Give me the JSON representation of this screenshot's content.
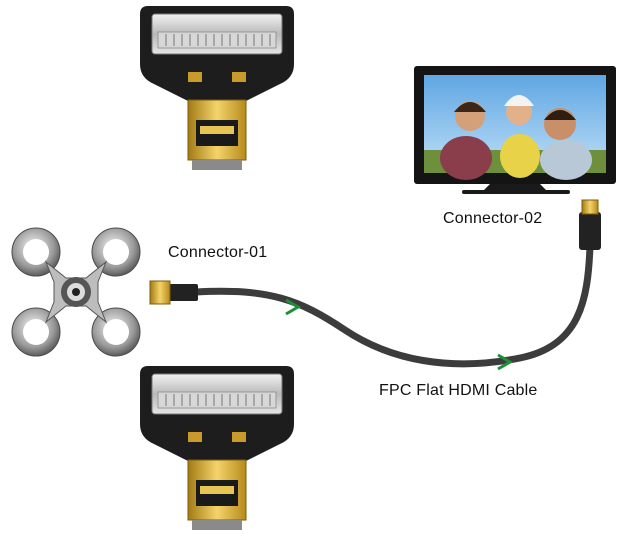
{
  "labels": {
    "connector_01": "Connector-01",
    "connector_02": "Connector-02",
    "cable": "FPC Flat HDMI Cable"
  },
  "icons": {
    "adapter_top": "fpc-to-micro-hdmi-adapter-icon",
    "adapter_bottom": "fpc-to-micro-hdmi-adapter-icon",
    "drone": "quadcopter-drone-icon",
    "monitor": "tv-monitor-icon",
    "plug_left": "micro-hdmi-plug-icon",
    "plug_right": "hdmi-plug-icon"
  },
  "colors": {
    "cable": "#3c3c3c",
    "arrow": "#1f8f3a",
    "gold": "#d9b13b",
    "board": "#1d1d1d"
  }
}
